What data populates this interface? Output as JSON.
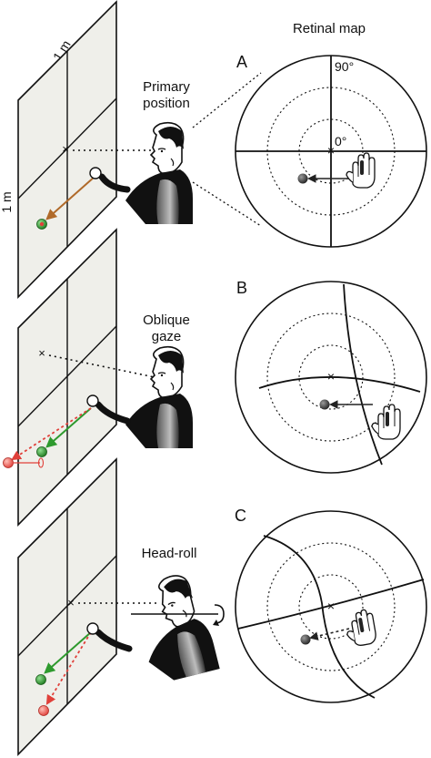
{
  "header": {
    "retinal_map_title": "Retinal map",
    "scale_top": "1 m",
    "scale_side": "1 m"
  },
  "panels": [
    {
      "letter": "A",
      "caption_lines": [
        "Primary",
        "position"
      ],
      "deg_outer": "90°",
      "deg_center": "0°"
    },
    {
      "letter": "B",
      "caption_lines": [
        "Oblique",
        "gaze"
      ]
    },
    {
      "letter": "C",
      "caption_lines": [
        "Head-roll"
      ]
    }
  ],
  "colors": {
    "wall": "#efefea",
    "target_green": "#2e9a2e",
    "target_red": "#e0403a",
    "arm_brown": "#b06a2a",
    "stroke": "#111111"
  },
  "icons": [
    "hand-icon",
    "person-head-icon",
    "rotation-arrow-icon"
  ]
}
